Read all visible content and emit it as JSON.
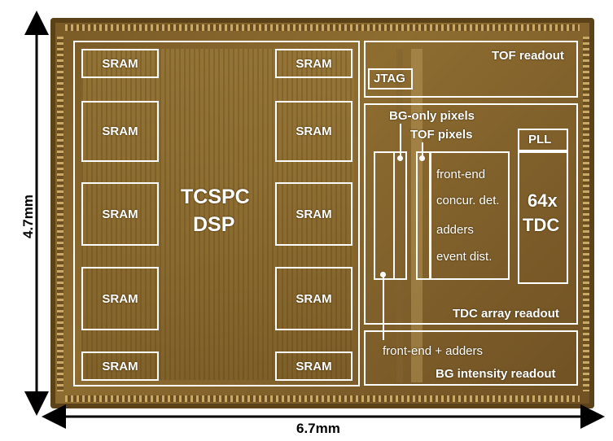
{
  "dimensions": {
    "height_label": "4.7mm",
    "width_label": "6.7mm"
  },
  "dsp": {
    "sram_left": [
      "SRAM",
      "SRAM",
      "SRAM",
      "SRAM",
      "SRAM"
    ],
    "sram_right": [
      "SRAM",
      "SRAM",
      "SRAM",
      "SRAM",
      "SRAM"
    ],
    "label_line1": "TCSPC",
    "label_line2": "DSP"
  },
  "tof_readout": {
    "label": "TOF readout",
    "jtag": "JTAG"
  },
  "tdc_array": {
    "label": "TDC array readout",
    "bg_only_pixels": "BG-only pixels",
    "tof_pixels": "TOF pixels",
    "frontend_list": [
      "front-end",
      "concur. det.",
      "adders",
      "event dist."
    ],
    "pll": "PLL",
    "tdc_line1": "64x",
    "tdc_line2": "TDC"
  },
  "bg_intensity": {
    "label": "BG intensity readout",
    "frontend": "front-end + adders"
  },
  "colors": {
    "die": "#8e6d31",
    "annotation": "#ffffff",
    "dimension": "#000000"
  }
}
